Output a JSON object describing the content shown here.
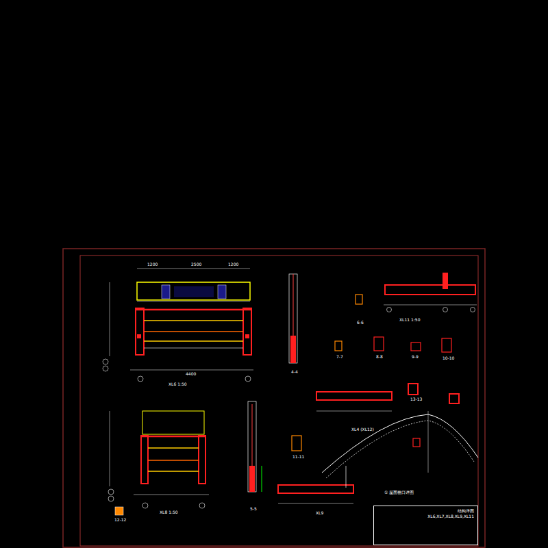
{
  "diagram": {
    "nodes": [
      {
        "text": [
          "结构详图",
          "XL6,XL7,XL8,XL9,XL11"
        ]
      }
    ],
    "labels": [
      "XL6 1:50",
      "XL8 1:50",
      "XL11 1:50",
      "XL4 (XL12)",
      "XL9",
      "4-4",
      "5-5",
      "6-6",
      "7-7",
      "8-8",
      "9-9",
      "10-10",
      "11-11",
      "12-12",
      "13-13",
      "1200",
      "2500",
      "1200",
      "4400",
      "① 屋面檐口详图"
    ]
  }
}
